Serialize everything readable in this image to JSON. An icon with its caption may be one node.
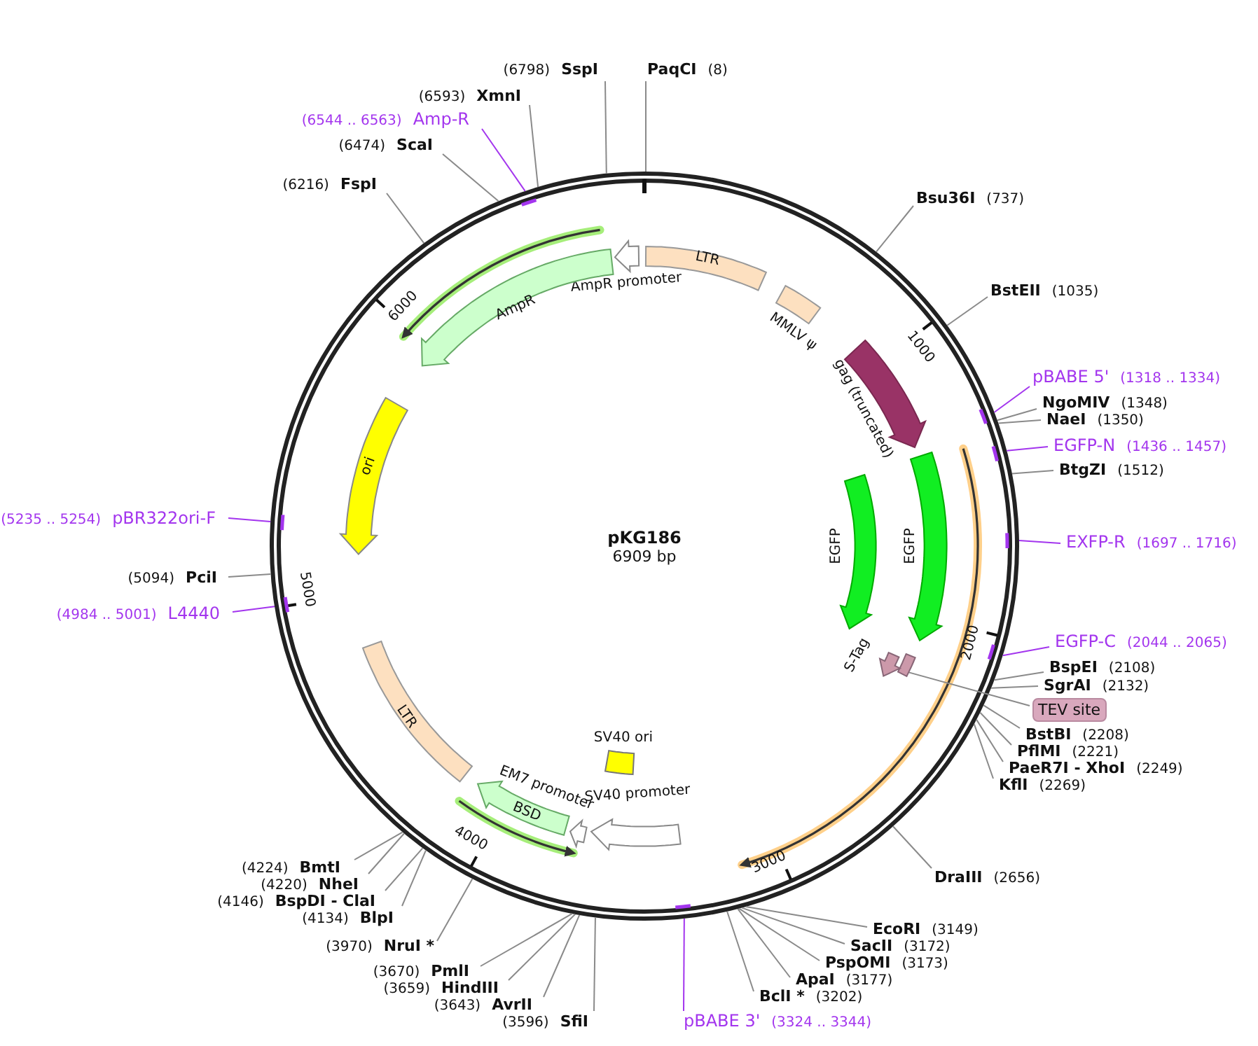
{
  "diagram": {
    "title": "pKG186",
    "nodes": [
      {
        "text": [
          "(6798)",
          "SspI"
        ]
      },
      {
        "text": [
          "PaqCI",
          "(8)"
        ]
      },
      {
        "text": [
          "(6593)",
          "XmnI"
        ]
      },
      {
        "text": [
          "(6544 .. 6563)",
          "Amp-R"
        ]
      },
      {
        "text": [
          "(6474)",
          "ScaI"
        ]
      },
      {
        "text": [
          "(6216)",
          "FspI"
        ]
      },
      {
        "text": [
          "Bsu36I",
          "(737)"
        ]
      },
      {
        "text": [
          "BstEII",
          "(1035)"
        ]
      },
      {
        "text": [
          "pBABE 5'",
          "(1318 .. 1334)"
        ]
      },
      {
        "text": [
          "NgoMIV",
          "(1348)"
        ]
      },
      {
        "text": [
          "NaeI",
          "(1350)"
        ]
      },
      {
        "text": [
          "EGFP-N",
          "(1436 .. 1457)"
        ]
      },
      {
        "text": [
          "BtgZI",
          "(1512)"
        ]
      },
      {
        "text": [
          "EXFP-R",
          "(1697 .. 1716)"
        ]
      },
      {
        "text": [
          "EGFP-C",
          "(2044 .. 2065)"
        ]
      },
      {
        "text": [
          "BspEI",
          "(2108)"
        ]
      },
      {
        "text": [
          "SgrAI",
          "(2132)"
        ]
      },
      {
        "text": [
          "TEV site"
        ]
      },
      {
        "text": [
          "BstBI",
          "(2208)"
        ]
      },
      {
        "text": [
          "PflMI",
          "(2221)"
        ]
      },
      {
        "text": [
          "PaeR7I - XhoI",
          "(2249)"
        ]
      },
      {
        "text": [
          "KflI",
          "(2269)"
        ]
      },
      {
        "text": [
          "DraIII",
          "(2656)"
        ]
      },
      {
        "text": [
          "EcoRI",
          "(3149)"
        ]
      },
      {
        "text": [
          "SacII",
          "(3172)"
        ]
      },
      {
        "text": [
          "PspOMI",
          "(3173)"
        ]
      },
      {
        "text": [
          "ApaI",
          "(3177)"
        ]
      },
      {
        "text": [
          "BclI *",
          "(3202)"
        ]
      },
      {
        "text": [
          "pBABE 3'",
          "(3324 .. 3344)"
        ]
      },
      {
        "text": [
          "(3596)",
          "SfiI"
        ]
      },
      {
        "text": [
          "(3643)",
          "AvrII"
        ]
      },
      {
        "text": [
          "(3659)",
          "HindIII"
        ]
      },
      {
        "text": [
          "(3670)",
          "PmlI"
        ]
      },
      {
        "text": [
          "(3970)",
          "NruI *"
        ]
      },
      {
        "text": [
          "(4134)",
          "BlpI"
        ]
      },
      {
        "text": [
          "(4146)",
          "BspDI - ClaI"
        ]
      },
      {
        "text": [
          "(4220)",
          "NheI"
        ]
      },
      {
        "text": [
          "(4224)",
          "BmtI"
        ]
      },
      {
        "text": [
          "(4984 .. 5001)",
          "L4440"
        ]
      },
      {
        "text": [
          "(5094)",
          "PciI"
        ]
      },
      {
        "text": [
          "(5235 .. 5254)",
          "pBR322ori-F"
        ]
      },
      {
        "text": [
          "AmpR promoter"
        ]
      },
      {
        "text": [
          "LTR"
        ]
      },
      {
        "text": [
          "MMLV ψ"
        ]
      },
      {
        "text": [
          "gag (truncated)"
        ]
      },
      {
        "text": [
          "EGFP"
        ]
      },
      {
        "text": [
          "EGFP"
        ]
      },
      {
        "text": [
          "S-Tag"
        ]
      },
      {
        "text": [],
        "shape": "arrow"
      },
      {
        "text": [
          "SV40 ori"
        ]
      },
      {
        "text": [
          "SV40 promoter"
        ]
      },
      {
        "text": [
          "EM7 promoter"
        ]
      },
      {
        "text": [
          "BSD"
        ]
      },
      {
        "text": [
          "LTR"
        ]
      },
      {
        "text": [
          "ori"
        ]
      },
      {
        "text": [
          "AmpR"
        ]
      }
    ],
    "edges": [
      {
        "from": 0,
        "to": null,
        "arrow": "none"
      },
      {
        "from": 1,
        "to": null,
        "arrow": "none"
      },
      {
        "from": 2,
        "to": null,
        "arrow": "none"
      },
      {
        "from": 3,
        "to": null,
        "arrow": "none",
        "color": "#a335ee"
      },
      {
        "from": 4,
        "to": null,
        "arrow": "none"
      },
      {
        "from": 5,
        "to": null,
        "arrow": "none"
      },
      {
        "from": 6,
        "to": null,
        "arrow": "none"
      },
      {
        "from": 7,
        "to": null,
        "arrow": "none"
      },
      {
        "from": 8,
        "to": null,
        "arrow": "none",
        "color": "#a335ee"
      },
      {
        "from": 9,
        "to": null,
        "arrow": "none"
      },
      {
        "from": 10,
        "to": null,
        "arrow": "none"
      },
      {
        "from": 11,
        "to": null,
        "arrow": "none",
        "color": "#a335ee"
      },
      {
        "from": 12,
        "to": null,
        "arrow": "none"
      },
      {
        "from": 13,
        "to": null,
        "arrow": "none",
        "color": "#a335ee"
      },
      {
        "from": 14,
        "to": null,
        "arrow": "none",
        "color": "#a335ee"
      },
      {
        "from": 15,
        "to": null,
        "arrow": "none"
      },
      {
        "from": 16,
        "to": null,
        "arrow": "none"
      },
      {
        "from": 17,
        "to": 48,
        "arrow": "none"
      },
      {
        "from": 18,
        "to": null,
        "arrow": "none"
      },
      {
        "from": 19,
        "to": null,
        "arrow": "none"
      },
      {
        "from": 20,
        "to": null,
        "arrow": "none"
      },
      {
        "from": 21,
        "to": null,
        "arrow": "none"
      },
      {
        "from": 22,
        "to": null,
        "arrow": "none"
      },
      {
        "from": 23,
        "to": null,
        "arrow": "none"
      },
      {
        "from": 24,
        "to": null,
        "arrow": "none"
      },
      {
        "from": 25,
        "to": null,
        "arrow": "none"
      },
      {
        "from": 26,
        "to": null,
        "arrow": "none"
      },
      {
        "from": 27,
        "to": null,
        "arrow": "none"
      },
      {
        "from": 28,
        "to": null,
        "arrow": "none",
        "color": "#a335ee"
      },
      {
        "from": 29,
        "to": null,
        "arrow": "none"
      },
      {
        "from": 30,
        "to": null,
        "arrow": "none"
      },
      {
        "from": 31,
        "to": null,
        "arrow": "none"
      },
      {
        "from": 32,
        "to": null,
        "arrow": "none"
      },
      {
        "from": 33,
        "to": null,
        "arrow": "none"
      },
      {
        "from": 34,
        "to": null,
        "arrow": "none"
      },
      {
        "from": 35,
        "to": null,
        "arrow": "none"
      },
      {
        "from": 36,
        "to": null,
        "arrow": "none"
      },
      {
        "from": 37,
        "to": null,
        "arrow": "none"
      },
      {
        "from": 38,
        "to": null,
        "arrow": "none",
        "color": "#a335ee"
      },
      {
        "from": 39,
        "to": null,
        "arrow": "none"
      },
      {
        "from": 40,
        "to": null,
        "arrow": "none",
        "color": "#a335ee"
      }
    ],
    "labels": [
      "6909 bp",
      "1000",
      "2000",
      "3000",
      "4000",
      "5000",
      "6000"
    ]
  }
}
